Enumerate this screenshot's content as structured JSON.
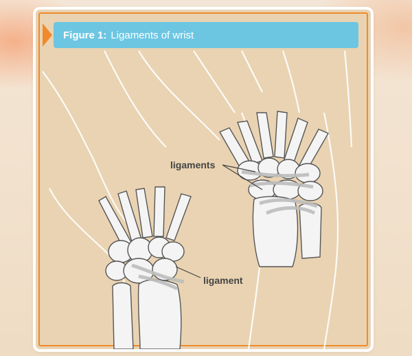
{
  "figure": {
    "label": "Figure 1:",
    "title": "Ligaments of wrist"
  },
  "labels": {
    "ligaments": "ligaments",
    "ligament": "ligament"
  },
  "colors": {
    "accent_orange": "#f08a2a",
    "banner_blue": "#6cc6e2",
    "skin": "#e9d3b2",
    "bone": "#f4f4f4",
    "ligament": "#bfbfbf"
  }
}
